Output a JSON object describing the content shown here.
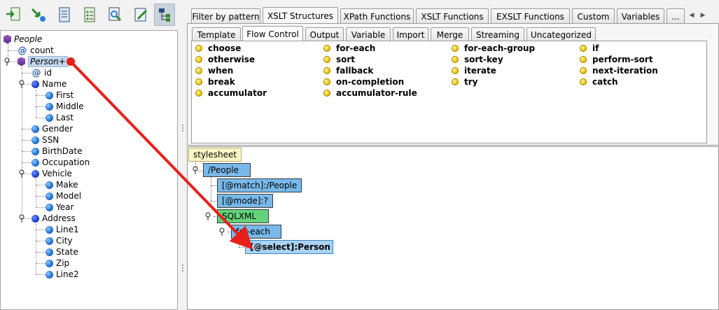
{
  "toolbar": {
    "buttons": [
      "add-node-icon",
      "map-node-icon",
      "document-icon",
      "list-icon",
      "search-doc-icon",
      "edit-icon",
      "tree-view-icon"
    ]
  },
  "source_tree": {
    "root": "People",
    "count": "count",
    "person": "Person+",
    "id": "id",
    "name": "Name",
    "first": "First",
    "middle": "Middle",
    "last": "Last",
    "gender": "Gender",
    "ssn": "SSN",
    "birthdate": "BirthDate",
    "occupation": "Occupation",
    "vehicle": "Vehicle",
    "make": "Make",
    "model": "Model",
    "year": "Year",
    "address": "Address",
    "line1": "Line1",
    "city": "City",
    "state": "State",
    "zip": "Zip",
    "line2": "Line2"
  },
  "top_tabs": [
    "Filter by pattern",
    "XSLT Structures",
    "XPath Functions",
    "XSLT Functions",
    "EXSLT Functions",
    "Custom",
    "Variables",
    "..."
  ],
  "sub_tabs": [
    "Template",
    "Flow Control",
    "Output",
    "Variable",
    "Import",
    "Merge",
    "Streaming",
    "Uncategorized"
  ],
  "functions": {
    "col1": [
      "choose",
      "otherwise",
      "when",
      "break",
      "accumulator"
    ],
    "col2": [
      "for-each",
      "sort",
      "fallback",
      "on-completion",
      "accumulator-rule"
    ],
    "col3": [
      "for-each-group",
      "sort-key",
      "iterate",
      "try"
    ],
    "col4": [
      "if",
      "perform-sort",
      "next-iteration",
      "catch"
    ]
  },
  "xslt_tree": {
    "stylesheet": "stylesheet",
    "people": "/People",
    "match": "[@match]:/People",
    "mode": "[@mode]:?",
    "sqlxml": "SQLXML",
    "foreach": "for-each",
    "select": "[@select]:Person"
  },
  "colors": {
    "arrow": "#e8201a",
    "node_blue": "#78b9ea",
    "node_green": "#62d37a",
    "node_cream": "#fff6c8"
  }
}
